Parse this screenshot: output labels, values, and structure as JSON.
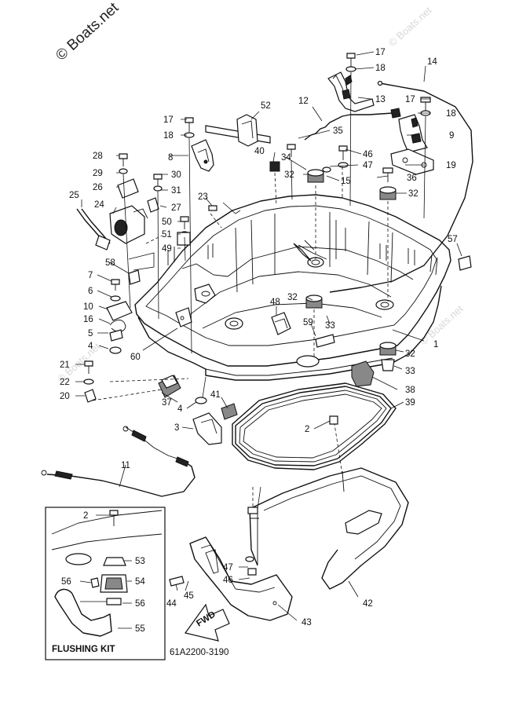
{
  "watermark": {
    "main": "© Boats.net",
    "faint": [
      "© Boats.net",
      "© Boats.net",
      "© Boats.net"
    ]
  },
  "diagram_code": "61A2200-3190",
  "fwd_label": "FWD",
  "flushing_kit_title": "FLUSHING KIT",
  "callouts": [
    "1",
    "2",
    "3",
    "4",
    "5",
    "6",
    "7",
    "8",
    "9",
    "10",
    "11",
    "12",
    "13",
    "14",
    "15",
    "16",
    "17",
    "18",
    "19",
    "20",
    "21",
    "22",
    "23",
    "24",
    "25",
    "26",
    "27",
    "28",
    "29",
    "30",
    "31",
    "32",
    "33",
    "34",
    "35",
    "36",
    "37",
    "38",
    "39",
    "40",
    "41",
    "42",
    "43",
    "44",
    "45",
    "46",
    "47",
    "48",
    "49",
    "50",
    "51",
    "52",
    "53",
    "54",
    "55",
    "56",
    "57",
    "58",
    "59",
    "60"
  ],
  "labels": {
    "l17a": "17",
    "l18a": "18",
    "l14": "14",
    "l13": "13",
    "l17b": "17",
    "l18b": "18",
    "l12": "12",
    "l52": "52",
    "l17c": "17",
    "l18c": "18",
    "l35": "35",
    "l9": "9",
    "l46a": "46",
    "l40": "40",
    "l34": "34",
    "l47a": "47",
    "l19": "19",
    "l28": "28",
    "l8": "8",
    "l32a": "32",
    "l15": "15",
    "l36": "36",
    "l29": "29",
    "l30": "30",
    "l26": "26",
    "l31": "31",
    "l32b": "32",
    "l25": "25",
    "l23": "23",
    "l24": "24",
    "l27": "27",
    "l50": "50",
    "l51": "51",
    "l49": "49",
    "l57": "57",
    "l58": "58",
    "l7": "7",
    "l6": "6",
    "l32c": "32",
    "l10": "10",
    "l48": "48",
    "l16": "16",
    "l59": "59",
    "l33a": "33",
    "l5": "5",
    "l4a": "4",
    "l60": "60",
    "l1": "1",
    "l32d": "32",
    "l33b": "33",
    "l21": "21",
    "l22": "22",
    "l38": "38",
    "l20": "20",
    "l37": "37",
    "l41": "41",
    "l39": "39",
    "l4b": "4",
    "l2a": "2",
    "l3": "3",
    "l11": "11",
    "l2b": "2",
    "l53": "53",
    "l56a": "56",
    "l54": "54",
    "l56b": "56",
    "l55": "55",
    "l47b": "47",
    "l46b": "46",
    "l44": "44",
    "l45": "45",
    "l42": "42",
    "l43": "43"
  }
}
